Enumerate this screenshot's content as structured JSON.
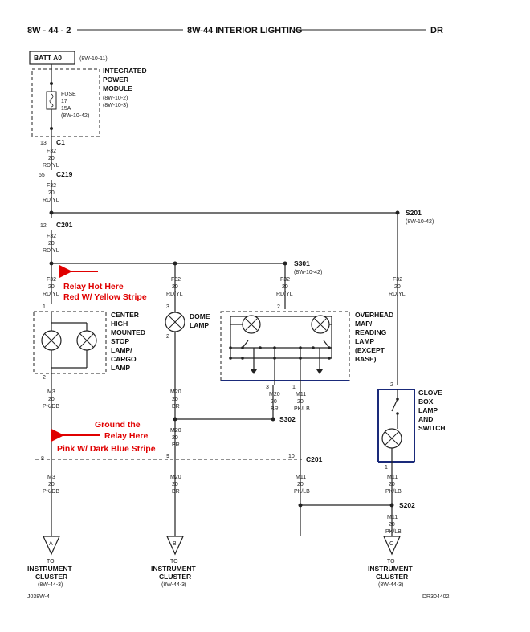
{
  "header": {
    "page": "8W - 44 - 2",
    "title": "8W-44 INTERIOR LIGHTING",
    "model": "DR"
  },
  "batt": {
    "label": "BATT A0",
    "ref": "(8W-10-11)"
  },
  "ipm": {
    "line1": "INTEGRATED",
    "line2": "POWER",
    "line3": "MODULE",
    "ref1": "(8W-10-2)",
    "ref2": "(8W-10-3)",
    "fuse": "FUSE",
    "fuse_num": "17",
    "fuse_amp": "15A",
    "fuse_ref": "(8W-10-42)"
  },
  "connectors": {
    "c1": "C1",
    "c1_pin": "13",
    "c219": "C219",
    "c219_pin": "55",
    "c201_top": "C201",
    "c201_top_pin": "12",
    "c201_bottom": "C201",
    "pin8": "8",
    "pin9": "9",
    "pin10": "10"
  },
  "wires": {
    "f32": "F32",
    "g20": "20",
    "rdyl": "RD/YL",
    "m3": "M3",
    "pkdb": "PK/DB",
    "m20": "M20",
    "br": "BR",
    "m11": "M11",
    "pklb": "PK/LB"
  },
  "splices": {
    "s201": "S201",
    "s201_ref": "(8W-10-42)",
    "s301": "S301",
    "s301_ref": "(8W-10-42)",
    "s302": "S302",
    "s202": "S202"
  },
  "components": {
    "chmsl": [
      "CENTER",
      "HIGH",
      "MOUNTED",
      "STOP",
      "LAMP/",
      "CARGO",
      "LAMP"
    ],
    "dome": [
      "DOME",
      "LAMP"
    ],
    "overhead": [
      "OVERHEAD",
      "MAP/",
      "READING",
      "LAMP",
      "(EXCEPT",
      "BASE)"
    ],
    "glove": [
      "GLOVE",
      "BOX",
      "LAMP",
      "AND",
      "SWITCH"
    ]
  },
  "pins": {
    "p1": "1",
    "p2": "2",
    "p3": "3"
  },
  "outputs": {
    "a": "A",
    "b": "B",
    "c": "C",
    "to": "TO",
    "line1": "INSTRUMENT",
    "line2": "CLUSTER",
    "ref": "(8W-44-3)"
  },
  "annotations": {
    "relay_hot": "Relay Hot Here",
    "red_yellow": "Red W/ Yellow Stripe",
    "ground_the": "Ground the",
    "relay_here": "Relay Here",
    "pink_blue": "Pink W/ Dark Blue  Stripe"
  },
  "footer": {
    "left": "J038W-4",
    "right": "DR304402"
  },
  "colors": {
    "annotation": "#e00000",
    "wire": "#222222",
    "component_border": "#1a2a7a"
  }
}
